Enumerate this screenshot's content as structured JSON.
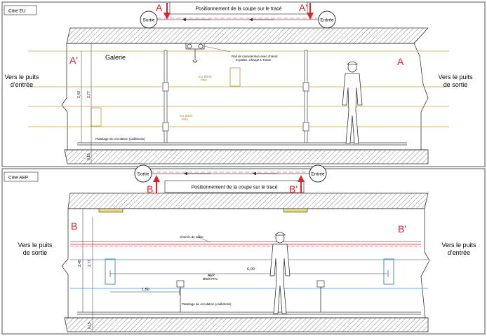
{
  "top": {
    "side_label": "Côté EU",
    "title": "Positionnement de la coupe sur le tracé",
    "node_left": "Sortie",
    "node_right": "Entrée",
    "marker_left": "A",
    "marker_right": "A'",
    "section_left": "A'",
    "section_right": "A",
    "gallery": "Galerie",
    "puits_left": [
      "Vers le puits",
      "d'entrée"
    ],
    "puits_right": [
      "Vers le puits",
      "de sortie"
    ],
    "rail_note": [
      "Rail de manutention avec chariot",
      "et palan. Charge 1 Tonne"
    ],
    "pipe1": [
      "EU Ø400",
      "PRV"
    ],
    "pipe2": [
      "EU Ø400",
      "PRV"
    ],
    "platform": "Platelage de circulation (caillebotis)",
    "dim_a": "2,40",
    "dim_b": "2,77",
    "dim_c": "0,15"
  },
  "bottom": {
    "side_label": "Côté AEP",
    "title": "Positionnement de la coupe sur le tracé",
    "node_left": "Sortie",
    "node_right": "Entrée",
    "marker_left": "B",
    "marker_right": "B'",
    "section_left": "B",
    "section_right": "B'",
    "puits_left": [
      "Vers le puits",
      "de sortie"
    ],
    "puits_right": [
      "Vers le puits",
      "d'entrée"
    ],
    "cable": "Chemin de câble",
    "pipe": [
      "AEP",
      "Ø600 PRV"
    ],
    "dim_span": "6,00",
    "dim_short": "1,50",
    "platform": "Platelage de circulation (caillebotis)",
    "dim_a": "2,40",
    "dim_b": "2,77",
    "dim_c": "0,15"
  },
  "colors": {
    "arrow_red": "#d9252a",
    "pipe_yellow": "#c9a23a",
    "pipe_blue": "#4a8fd0",
    "cable_red": "#d9252a"
  }
}
